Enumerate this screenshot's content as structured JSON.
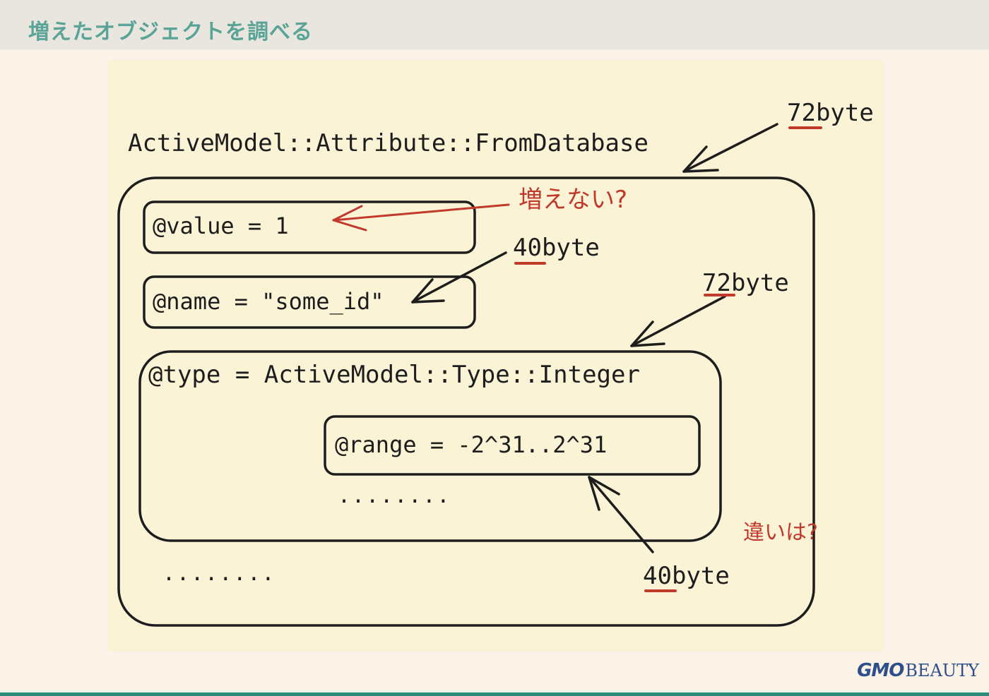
{
  "header": {
    "title": "増えたオブジェクトを調べる"
  },
  "diagram": {
    "outer_class_label": "ActiveModel::Attribute::FromDatabase",
    "value_box": "@value = 1",
    "name_box": "@name = \"some_id\"",
    "type_box": "@type = ActiveModel::Type::Integer",
    "range_box": "@range = -2^31..2^31",
    "inner_ellipsis": "........",
    "outer_ellipsis": "........",
    "size_outer": "72byte",
    "size_name": "40byte",
    "size_type": "72byte",
    "size_range": "40byte",
    "note_not_increase": "増えない?",
    "note_difference": "違いは?",
    "colors": {
      "ink": "#1d1d1d",
      "accent": "#c0392b",
      "underline": "#c0392b"
    }
  },
  "footer": {
    "logo_gmo": "GMO",
    "logo_beauty": "BEAUTY"
  }
}
